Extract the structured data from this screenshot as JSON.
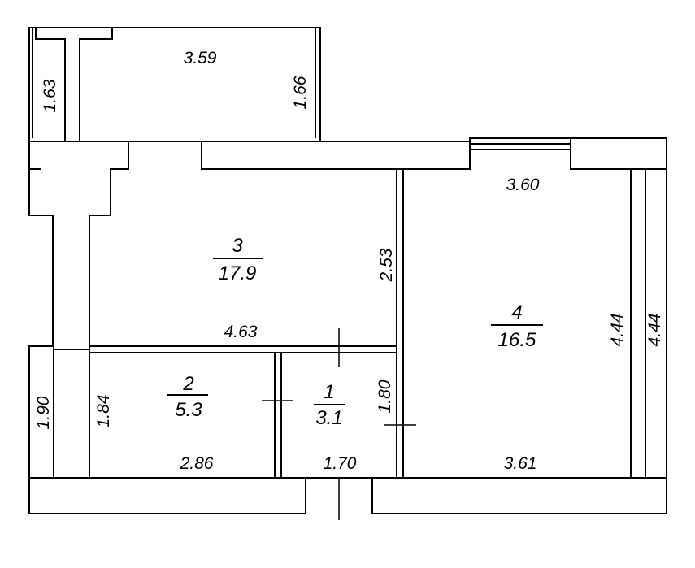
{
  "rooms": [
    {
      "number": "1",
      "area": "3.1"
    },
    {
      "number": "2",
      "area": "5.3"
    },
    {
      "number": "3",
      "area": "17.9"
    },
    {
      "number": "4",
      "area": "16.5"
    }
  ],
  "dimensions": {
    "balcony_width": "3.59",
    "balcony_left_depth": "1.63",
    "balcony_right_depth": "1.66",
    "room3_height": "2.53",
    "room3_width": "4.63",
    "room4_top_width": "3.60",
    "room4_inner_height": "4.44",
    "room4_outer_height": "4.44",
    "left_lower_height": "1.90",
    "room2_height": "1.84",
    "room2_width": "2.86",
    "room1_width": "1.70",
    "room1_height": "1.80",
    "room4_bottom_width": "3.61"
  }
}
